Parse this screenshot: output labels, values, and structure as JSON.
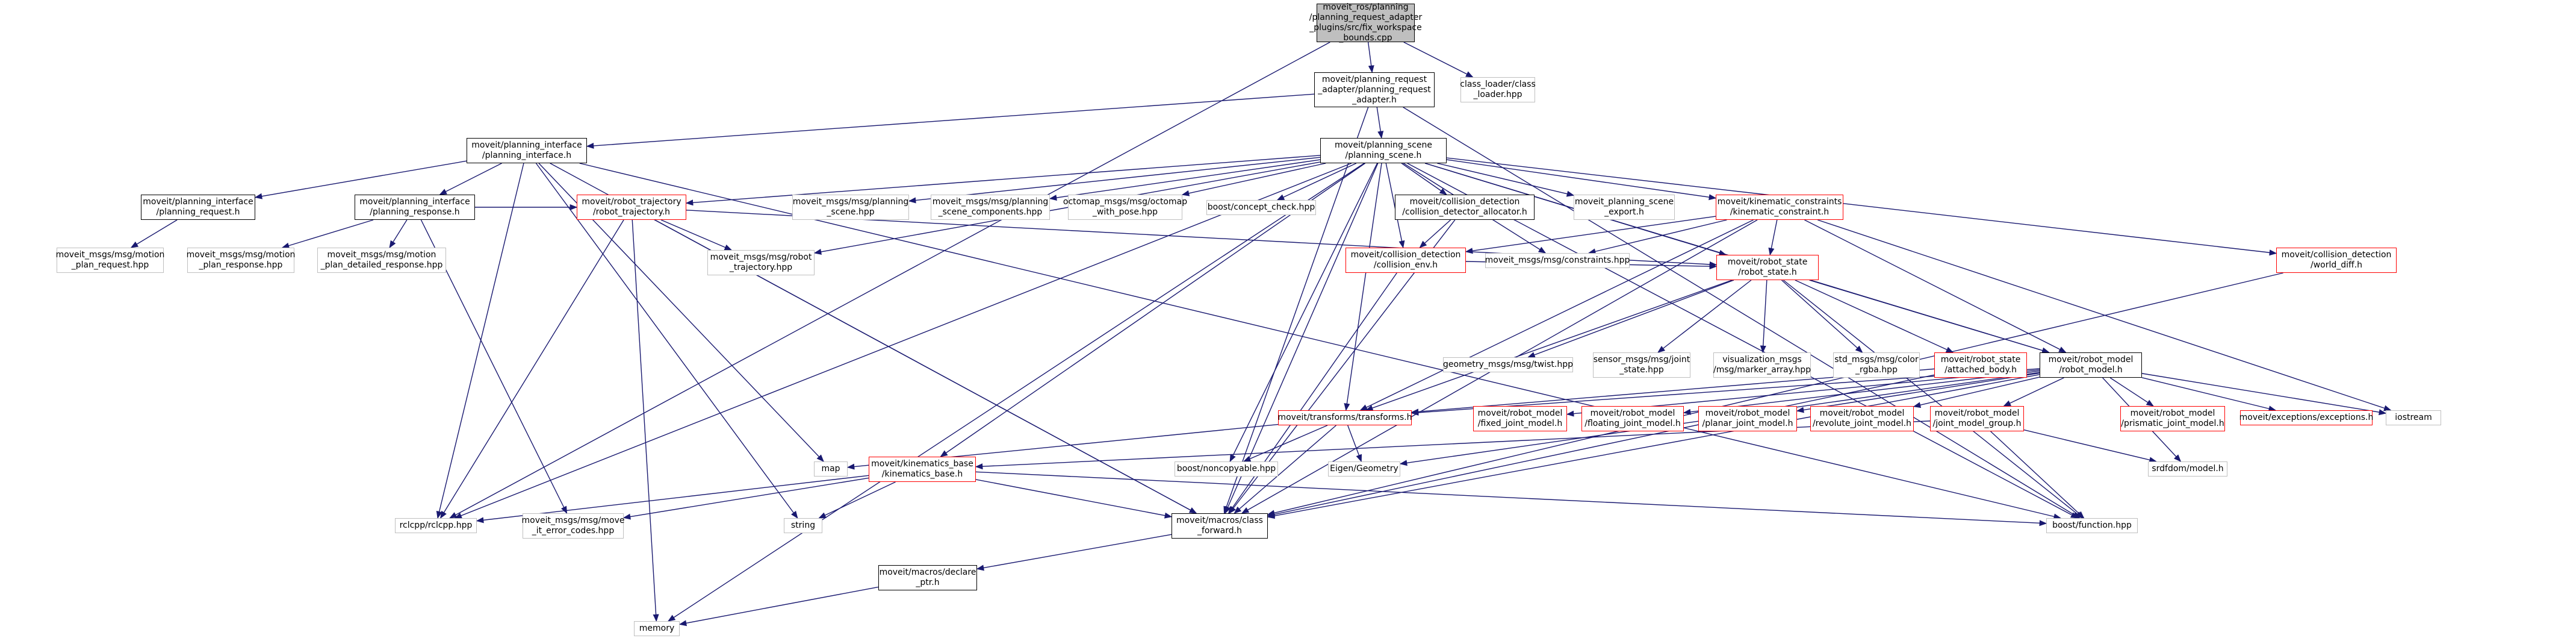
{
  "colors": {
    "edge": "#191970",
    "border_documented": "#000000",
    "border_truncated": "#ff0000",
    "border_external": "#bfbfbf",
    "root_fill": "#bfbfbf"
  },
  "nodes": [
    {
      "id": "root",
      "label": "moveit_ros/planning\n/planning_request_adapter\n_plugins/src/fix_workspace\n_bounds.cpp",
      "kind": "root"
    },
    {
      "id": "pra",
      "label": "moveit/planning_request\n_adapter/planning_request\n_adapter.h",
      "kind": "documented"
    },
    {
      "id": "classloader",
      "label": "class_loader/class\n_loader.hpp",
      "kind": "external"
    },
    {
      "id": "pih",
      "label": "moveit/planning_interface\n/planning_interface.h",
      "kind": "documented"
    },
    {
      "id": "ps",
      "label": "moveit/planning_scene\n/planning_scene.h",
      "kind": "documented"
    },
    {
      "id": "preq",
      "label": "moveit/planning_interface\n/planning_request.h",
      "kind": "documented"
    },
    {
      "id": "presp",
      "label": "moveit/planning_interface\n/planning_response.h",
      "kind": "documented"
    },
    {
      "id": "mpreq",
      "label": "moveit_msgs/msg/motion\n_plan_request.hpp",
      "kind": "external"
    },
    {
      "id": "mpresp",
      "label": "moveit_msgs/msg/motion\n_plan_response.hpp",
      "kind": "external"
    },
    {
      "id": "mpdresp",
      "label": "moveit_msgs/msg/motion\n_plan_detailed_response.hpp",
      "kind": "external"
    },
    {
      "id": "rt",
      "label": "moveit/robot_trajectory\n/robot_trajectory.h",
      "kind": "truncated"
    },
    {
      "id": "msgrt",
      "label": "moveit_msgs/msg/robot\n_trajectory.hpp",
      "kind": "external"
    },
    {
      "id": "pscene",
      "label": "moveit_msgs/msg/planning\n_scene.hpp",
      "kind": "external"
    },
    {
      "id": "pscomp",
      "label": "moveit_msgs/msg/planning\n_scene_components.hpp",
      "kind": "external"
    },
    {
      "id": "octomap",
      "label": "octomap_msgs/msg/octomap\n_with_pose.hpp",
      "kind": "external"
    },
    {
      "id": "conceptcheck",
      "label": "boost/concept_check.hpp",
      "kind": "external"
    },
    {
      "id": "cdalloc",
      "label": "moveit/collision_detection\n/collision_detector_allocator.h",
      "kind": "documented"
    },
    {
      "id": "psexport",
      "label": "moveit_planning_scene\n_export.h",
      "kind": "external"
    },
    {
      "id": "kc",
      "label": "moveit/kinematic_constraints\n/kinematic_constraint.h",
      "kind": "truncated"
    },
    {
      "id": "cenv",
      "label": "moveit/collision_detection\n/collision_env.h",
      "kind": "truncated"
    },
    {
      "id": "constraints",
      "label": "moveit_msgs/msg/constraints.hpp",
      "kind": "external"
    },
    {
      "id": "wdiff",
      "label": "moveit/collision_detection\n/world_diff.h",
      "kind": "truncated"
    },
    {
      "id": "rs",
      "label": "moveit/robot_state\n/robot_state.h",
      "kind": "truncated"
    },
    {
      "id": "twist",
      "label": "geometry_msgs/msg/twist.hpp",
      "kind": "external"
    },
    {
      "id": "jointstate",
      "label": "sensor_msgs/msg/joint\n_state.hpp",
      "kind": "external"
    },
    {
      "id": "markerarray",
      "label": "visualization_msgs\n/msg/marker_array.hpp",
      "kind": "external"
    },
    {
      "id": "colorrgba",
      "label": "std_msgs/msg/color\n_rgba.hpp",
      "kind": "external"
    },
    {
      "id": "attached",
      "label": "moveit/robot_state\n/attached_body.h",
      "kind": "truncated"
    },
    {
      "id": "rm",
      "label": "moveit/robot_model\n/robot_model.h",
      "kind": "documented"
    },
    {
      "id": "transforms",
      "label": "moveit/transforms/transforms.h",
      "kind": "truncated"
    },
    {
      "id": "fixedjm",
      "label": "moveit/robot_model\n/fixed_joint_model.h",
      "kind": "truncated"
    },
    {
      "id": "floatingjm",
      "label": "moveit/robot_model\n/floating_joint_model.h",
      "kind": "truncated"
    },
    {
      "id": "planarjm",
      "label": "moveit/robot_model\n/planar_joint_model.h",
      "kind": "truncated"
    },
    {
      "id": "revolutejm",
      "label": "moveit/robot_model\n/revolute_joint_model.h",
      "kind": "truncated"
    },
    {
      "id": "jmg",
      "label": "moveit/robot_model\n/joint_model_group.h",
      "kind": "truncated"
    },
    {
      "id": "prismaticjm",
      "label": "moveit/robot_model\n/prismatic_joint_model.h",
      "kind": "truncated"
    },
    {
      "id": "exceptions",
      "label": "moveit/exceptions/exceptions.h",
      "kind": "truncated"
    },
    {
      "id": "iostream",
      "label": "iostream",
      "kind": "external"
    },
    {
      "id": "map",
      "label": "map",
      "kind": "external"
    },
    {
      "id": "kb",
      "label": "moveit/kinematics_base\n/kinematics_base.h",
      "kind": "truncated"
    },
    {
      "id": "noncopyable",
      "label": "boost/noncopyable.hpp",
      "kind": "external"
    },
    {
      "id": "eigengeom",
      "label": "Eigen/Geometry",
      "kind": "external"
    },
    {
      "id": "srdf",
      "label": "srdfdom/model.h",
      "kind": "external"
    },
    {
      "id": "rclcpp",
      "label": "rclcpp/rclcpp.hpp",
      "kind": "external"
    },
    {
      "id": "moveiterr",
      "label": "moveit_msgs/msg/move\n_it_error_codes.hpp",
      "kind": "external"
    },
    {
      "id": "string",
      "label": "string",
      "kind": "external"
    },
    {
      "id": "classfwd",
      "label": "moveit/macros/class\n_forward.h",
      "kind": "documented"
    },
    {
      "id": "boostfunc",
      "label": "boost/function.hpp",
      "kind": "external"
    },
    {
      "id": "declptr",
      "label": "moveit/macros/declare\n_ptr.h",
      "kind": "documented"
    },
    {
      "id": "memory",
      "label": "memory",
      "kind": "external"
    }
  ],
  "edges": [
    [
      "root",
      "pra"
    ],
    [
      "root",
      "classloader"
    ],
    [
      "root",
      "rclcpp"
    ],
    [
      "pra",
      "pih"
    ],
    [
      "pra",
      "ps"
    ],
    [
      "pra",
      "classfwd"
    ],
    [
      "pra",
      "boostfunc"
    ],
    [
      "pih",
      "preq"
    ],
    [
      "pih",
      "presp"
    ],
    [
      "pih",
      "rclcpp"
    ],
    [
      "pih",
      "map"
    ],
    [
      "pih",
      "string"
    ],
    [
      "pih",
      "classfwd"
    ],
    [
      "pih",
      "boostfunc"
    ],
    [
      "preq",
      "mpreq"
    ],
    [
      "presp",
      "mpresp"
    ],
    [
      "presp",
      "mpdresp"
    ],
    [
      "presp",
      "rt"
    ],
    [
      "presp",
      "moveiterr"
    ],
    [
      "rt",
      "msgrt"
    ],
    [
      "rt",
      "rs"
    ],
    [
      "rt",
      "rclcpp"
    ],
    [
      "rt",
      "memory"
    ],
    [
      "rt",
      "classfwd"
    ],
    [
      "ps",
      "pscene"
    ],
    [
      "ps",
      "pscomp"
    ],
    [
      "ps",
      "octomap"
    ],
    [
      "ps",
      "conceptcheck"
    ],
    [
      "ps",
      "cdalloc"
    ],
    [
      "ps",
      "psexport"
    ],
    [
      "ps",
      "kc"
    ],
    [
      "ps",
      "constraints"
    ],
    [
      "ps",
      "wdiff"
    ],
    [
      "ps",
      "rs"
    ],
    [
      "ps",
      "rm"
    ],
    [
      "ps",
      "transforms"
    ],
    [
      "ps",
      "kb"
    ],
    [
      "ps",
      "noncopyable"
    ],
    [
      "ps",
      "rt"
    ],
    [
      "ps",
      "msgrt"
    ],
    [
      "ps",
      "rclcpp"
    ],
    [
      "ps",
      "memory"
    ],
    [
      "ps",
      "classfwd"
    ],
    [
      "ps",
      "boostfunc"
    ],
    [
      "ps",
      "cenv"
    ],
    [
      "cdalloc",
      "cenv"
    ],
    [
      "cdalloc",
      "classfwd"
    ],
    [
      "kc",
      "cenv"
    ],
    [
      "kc",
      "constraints"
    ],
    [
      "kc",
      "rs"
    ],
    [
      "kc",
      "rm"
    ],
    [
      "kc",
      "transforms"
    ],
    [
      "kc",
      "iostream"
    ],
    [
      "kc",
      "classfwd"
    ],
    [
      "cenv",
      "rs"
    ],
    [
      "cenv",
      "classfwd"
    ],
    [
      "wdiff",
      "classfwd"
    ],
    [
      "rs",
      "twist"
    ],
    [
      "rs",
      "jointstate"
    ],
    [
      "rs",
      "markerarray"
    ],
    [
      "rs",
      "colorrgba"
    ],
    [
      "rs",
      "attached"
    ],
    [
      "rs",
      "rm"
    ],
    [
      "rs",
      "transforms"
    ],
    [
      "rs",
      "boostfunc"
    ],
    [
      "attached",
      "transforms"
    ],
    [
      "attached",
      "classfwd"
    ],
    [
      "rm",
      "fixedjm"
    ],
    [
      "rm",
      "floatingjm"
    ],
    [
      "rm",
      "planarjm"
    ],
    [
      "rm",
      "revolutejm"
    ],
    [
      "rm",
      "jmg"
    ],
    [
      "rm",
      "prismaticjm"
    ],
    [
      "rm",
      "exceptions"
    ],
    [
      "rm",
      "iostream"
    ],
    [
      "rm",
      "srdf"
    ],
    [
      "rm",
      "eigengeom"
    ],
    [
      "rm",
      "classfwd"
    ],
    [
      "rm",
      "transforms"
    ],
    [
      "jmg",
      "kb"
    ],
    [
      "jmg",
      "srdf"
    ],
    [
      "jmg",
      "boostfunc"
    ],
    [
      "transforms",
      "map"
    ],
    [
      "transforms",
      "eigengeom"
    ],
    [
      "transforms",
      "noncopyable"
    ],
    [
      "transforms",
      "classfwd"
    ],
    [
      "kb",
      "rclcpp"
    ],
    [
      "kb",
      "moveiterr"
    ],
    [
      "kb",
      "string"
    ],
    [
      "kb",
      "classfwd"
    ],
    [
      "kb",
      "boostfunc"
    ],
    [
      "classfwd",
      "declptr"
    ],
    [
      "declptr",
      "memory"
    ]
  ]
}
